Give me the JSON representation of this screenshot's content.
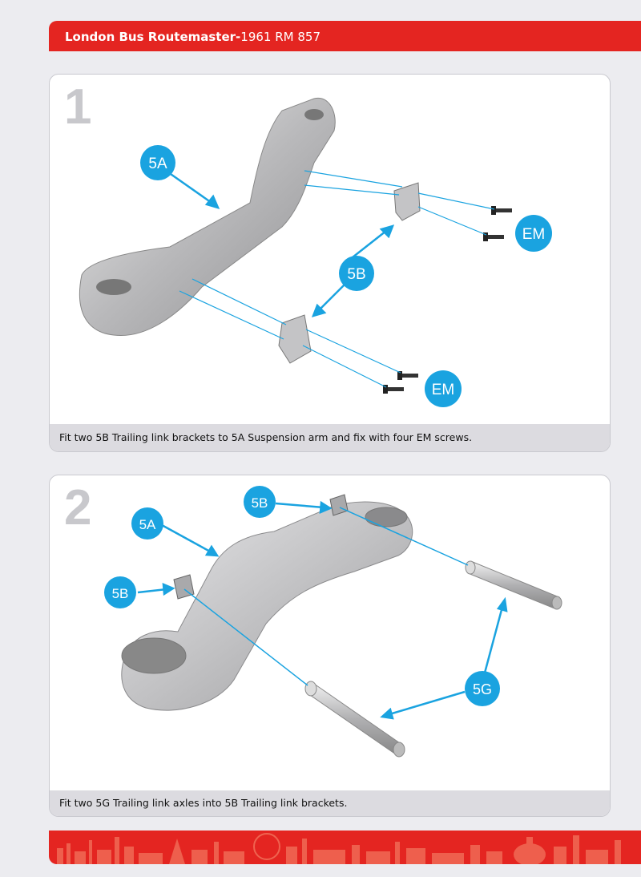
{
  "header": {
    "title_bold": "London Bus Routemaster-",
    "title_rest": "1961 RM 857"
  },
  "steps": [
    {
      "number": "1",
      "caption": "Fit two 5B Trailing link brackets to 5A Suspension arm and fix with four EM screws.",
      "callouts": {
        "a": "5A",
        "b": "5B",
        "em_top": "EM",
        "em_bottom": "EM"
      }
    },
    {
      "number": "2",
      "caption": "Fit two 5G Trailing link axles into 5B Trailing link brackets.",
      "callouts": {
        "a": "5A",
        "b_top": "5B",
        "b_left": "5B",
        "g": "5G"
      }
    }
  ],
  "colors": {
    "brand_red": "#e42521",
    "callout_blue": "#1aa3e0",
    "panel_caption_bg": "#dcdbe0"
  }
}
